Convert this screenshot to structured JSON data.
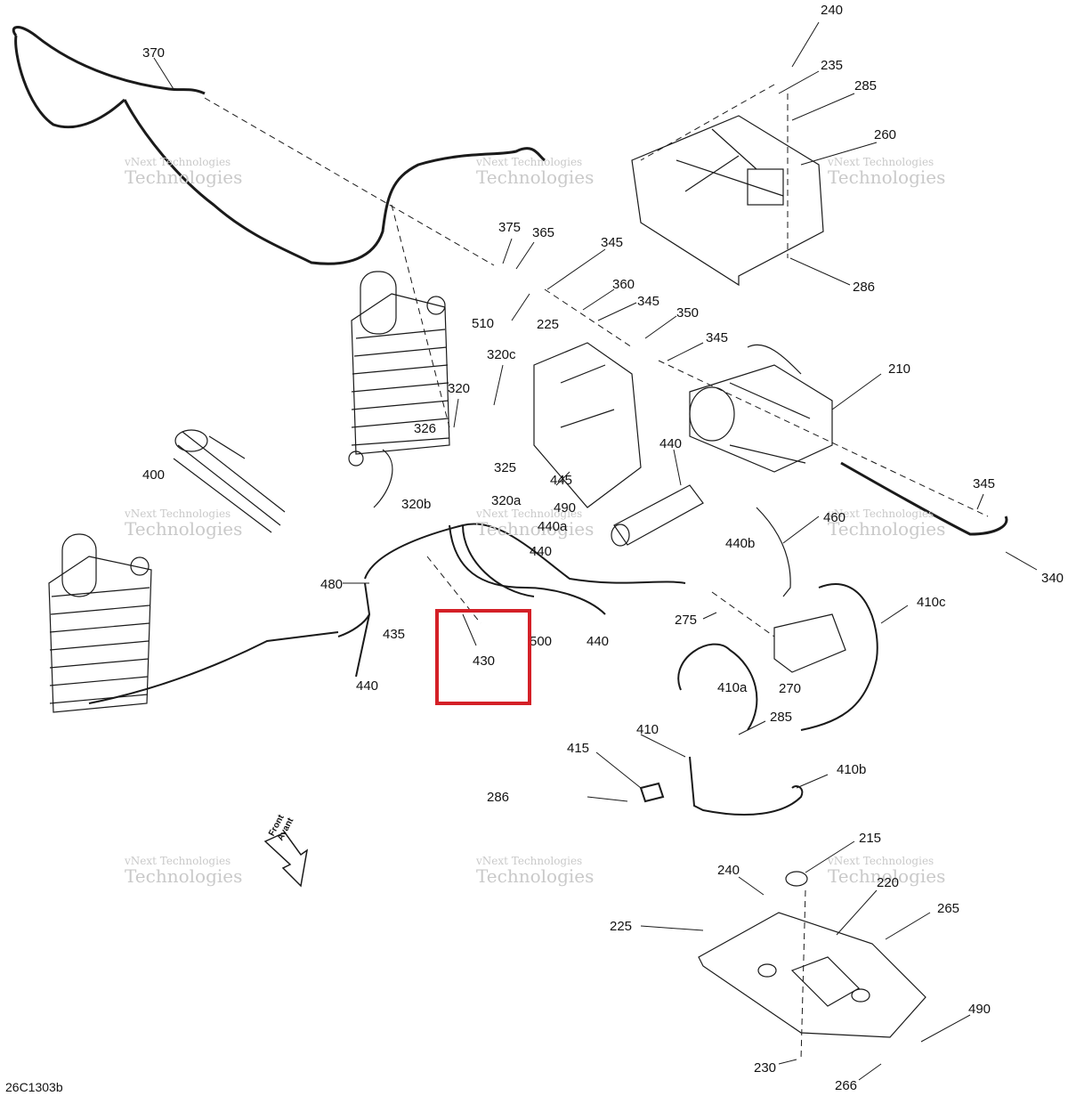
{
  "document_code": "26C1303b",
  "front_arrow": {
    "line1": "Front",
    "line2": "Avant"
  },
  "watermark": {
    "line1": "vNext Technologies",
    "line2": "Technologies"
  },
  "highlighted_part": "430",
  "highlight_color": "#d42027",
  "part_labels": {
    "l240a": "240",
    "l235": "235",
    "l285a": "285",
    "l260": "260",
    "l286a": "286",
    "l370": "370",
    "l375": "375",
    "l365": "365",
    "l345a": "345",
    "l510": "510",
    "l360": "360",
    "l345b": "345",
    "l225a": "225",
    "l350": "350",
    "l345c": "345",
    "l320c": "320c",
    "l210": "210",
    "l320": "320",
    "l326": "326",
    "l325": "325",
    "l445": "445",
    "l440a": "440",
    "l320a": "320a",
    "l320b": "320b",
    "l400": "400",
    "l490a": "490",
    "l440ab": "440a",
    "l440b": "440b",
    "l460": "460",
    "l345d": "345",
    "l440c": "440",
    "l340": "340",
    "l480": "480",
    "l275": "275",
    "l410c": "410c",
    "l435": "435",
    "l430": "430",
    "l500": "500",
    "l440d": "440",
    "l440e": "440",
    "l410a": "410a",
    "l270": "270",
    "l285b": "285",
    "l410": "410",
    "l415": "415",
    "l286b": "286",
    "l410b": "410b",
    "l215": "215",
    "l240b": "240",
    "l220": "220",
    "l265": "265",
    "l225b": "225",
    "l490b": "490",
    "l230": "230",
    "l266": "266"
  }
}
